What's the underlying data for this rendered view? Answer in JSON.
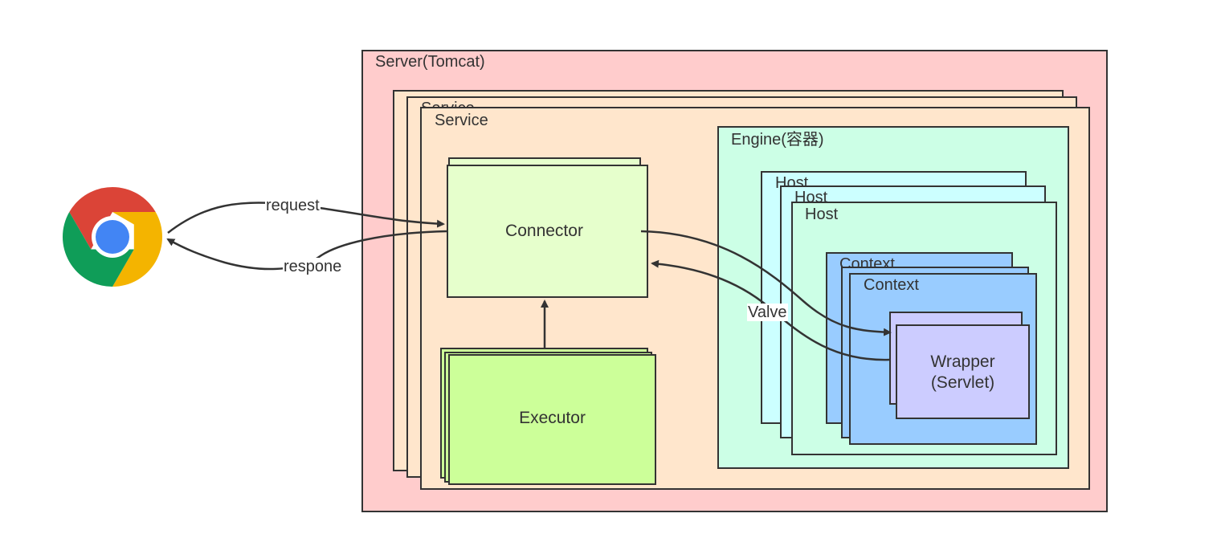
{
  "server": {
    "label": "Server(Tomcat)",
    "fill": "#ffcccc"
  },
  "service": {
    "label": "Service",
    "back_label": "Service",
    "fill": "#ffe6cc"
  },
  "connector": {
    "label": "Connector",
    "fill": "#e6ffcc"
  },
  "executor": {
    "label": "Executor",
    "fill": "#ccff99"
  },
  "engine": {
    "label": "Engine(容器)",
    "fill": "#ccffe6"
  },
  "host": {
    "label": "Host",
    "back_label_1": "Host",
    "back_label_2": "Host",
    "fill_back": "#ccffff",
    "fill_front": "#ccffe6"
  },
  "context": {
    "label": "Context",
    "back_label": "Context",
    "fill": "#99ccff"
  },
  "wrapper": {
    "label_line1": "Wrapper",
    "label_line2": "(Servlet)",
    "fill": "#ccccff"
  },
  "edges": {
    "request": "request",
    "response": "respone",
    "valve": "Valve"
  },
  "browser": {
    "icon": "chrome-browser-icon"
  }
}
